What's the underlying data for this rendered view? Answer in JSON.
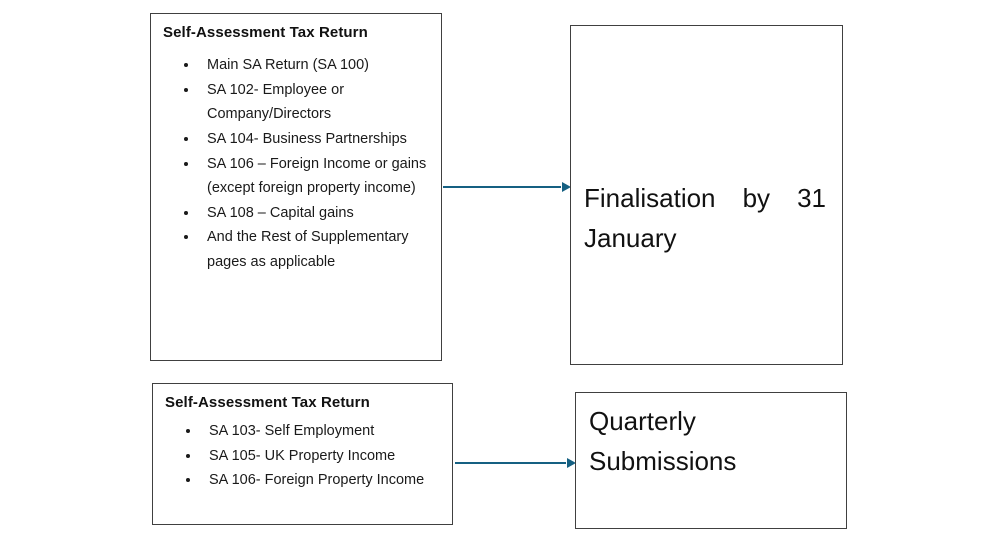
{
  "diagram": {
    "annual": {
      "title": "Self-Assessment Tax Return",
      "items": [
        "Main SA Return (SA 100)",
        "SA 102- Employee or Company/Directors",
        "SA 104- Business Partnerships",
        "SA 106 – Foreign Income or gains (except foreign property income)",
        "SA 108 – Capital gains",
        "And the Rest of Supplementary pages as applicable"
      ],
      "result": "Finalisation by 31 January"
    },
    "quarterly": {
      "title": "Self-Assessment Tax Return",
      "items": [
        "SA 103- Self Employment",
        "SA 105- UK Property Income",
        "SA 106- Foreign Property Income"
      ],
      "result": "Quarterly Submissions"
    },
    "colors": {
      "arrow": "#156082",
      "box_border": "#404040",
      "text": "#111111",
      "background": "#ffffff"
    }
  }
}
